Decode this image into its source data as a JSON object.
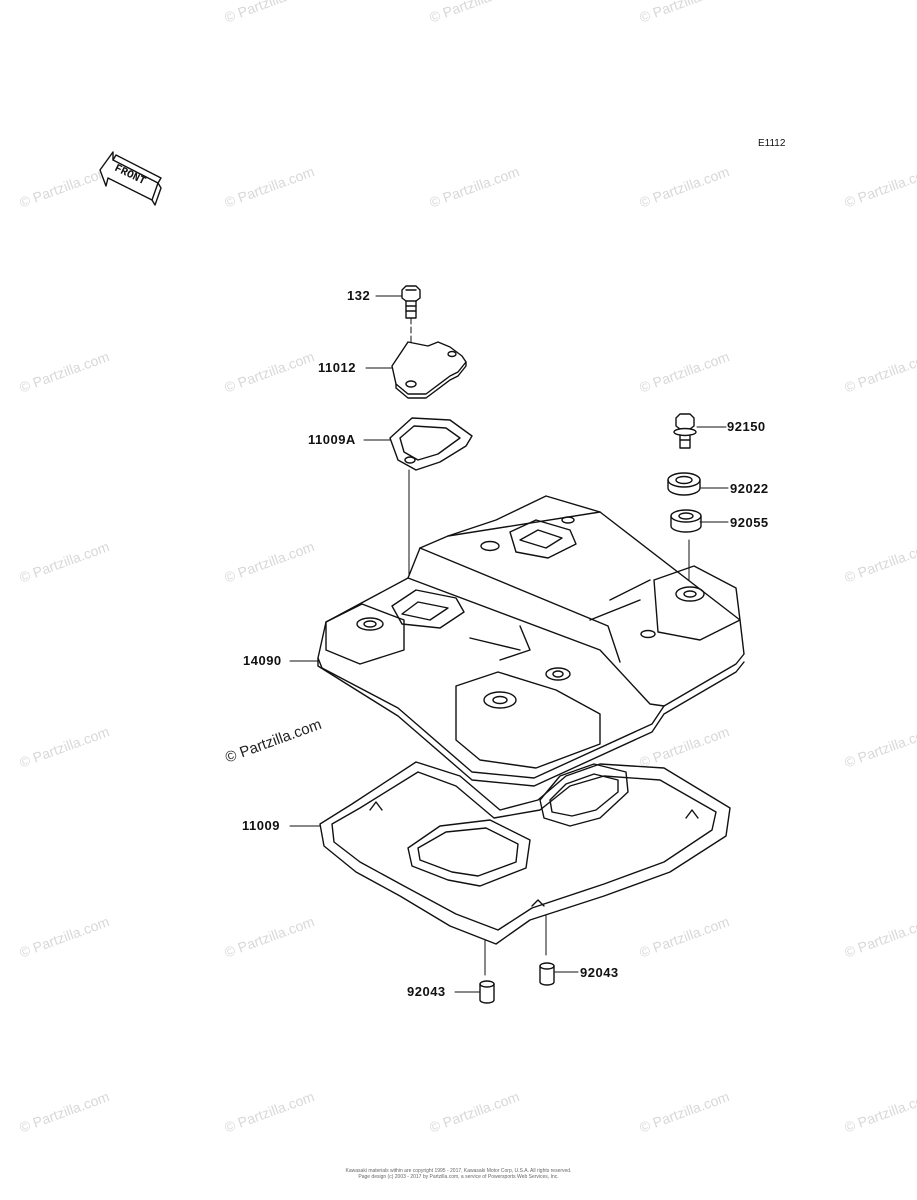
{
  "diagram_code": "E1112",
  "front_indicator": "FRONT",
  "watermark": "© Partzilla.com",
  "part_labels": {
    "p132": "132",
    "p11012": "11012",
    "p11009A": "11009A",
    "p92150": "92150",
    "p92022": "92022",
    "p92055": "92055",
    "p14090": "14090",
    "p11009": "11009",
    "p92043_left": "92043",
    "p92043_right": "92043"
  },
  "footer": {
    "line1": "Kawasaki materials within are copyright 1995 - 2017, Kawasaki Motor Corp, U.S.A. All rights reserved.",
    "line2": "Page design (c) 2003 - 2017 by Partzilla.com, a service of Powersports Web Services, Inc."
  },
  "colors": {
    "line": "#111111",
    "watermark": "#d8d8d8",
    "background": "#ffffff"
  }
}
